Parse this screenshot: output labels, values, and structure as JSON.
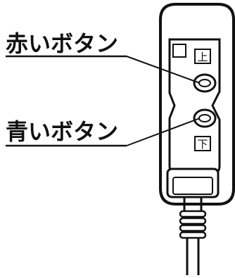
{
  "labels": {
    "red_button": "赤いボタン",
    "blue_button": "青いボタン"
  },
  "device": {
    "up_text": "上",
    "down_text": "下",
    "outline_color": "#111111",
    "background_color": "#ffffff",
    "icons": [
      "square-indicator-icon",
      "up-button-icon",
      "down-button-icon"
    ]
  }
}
